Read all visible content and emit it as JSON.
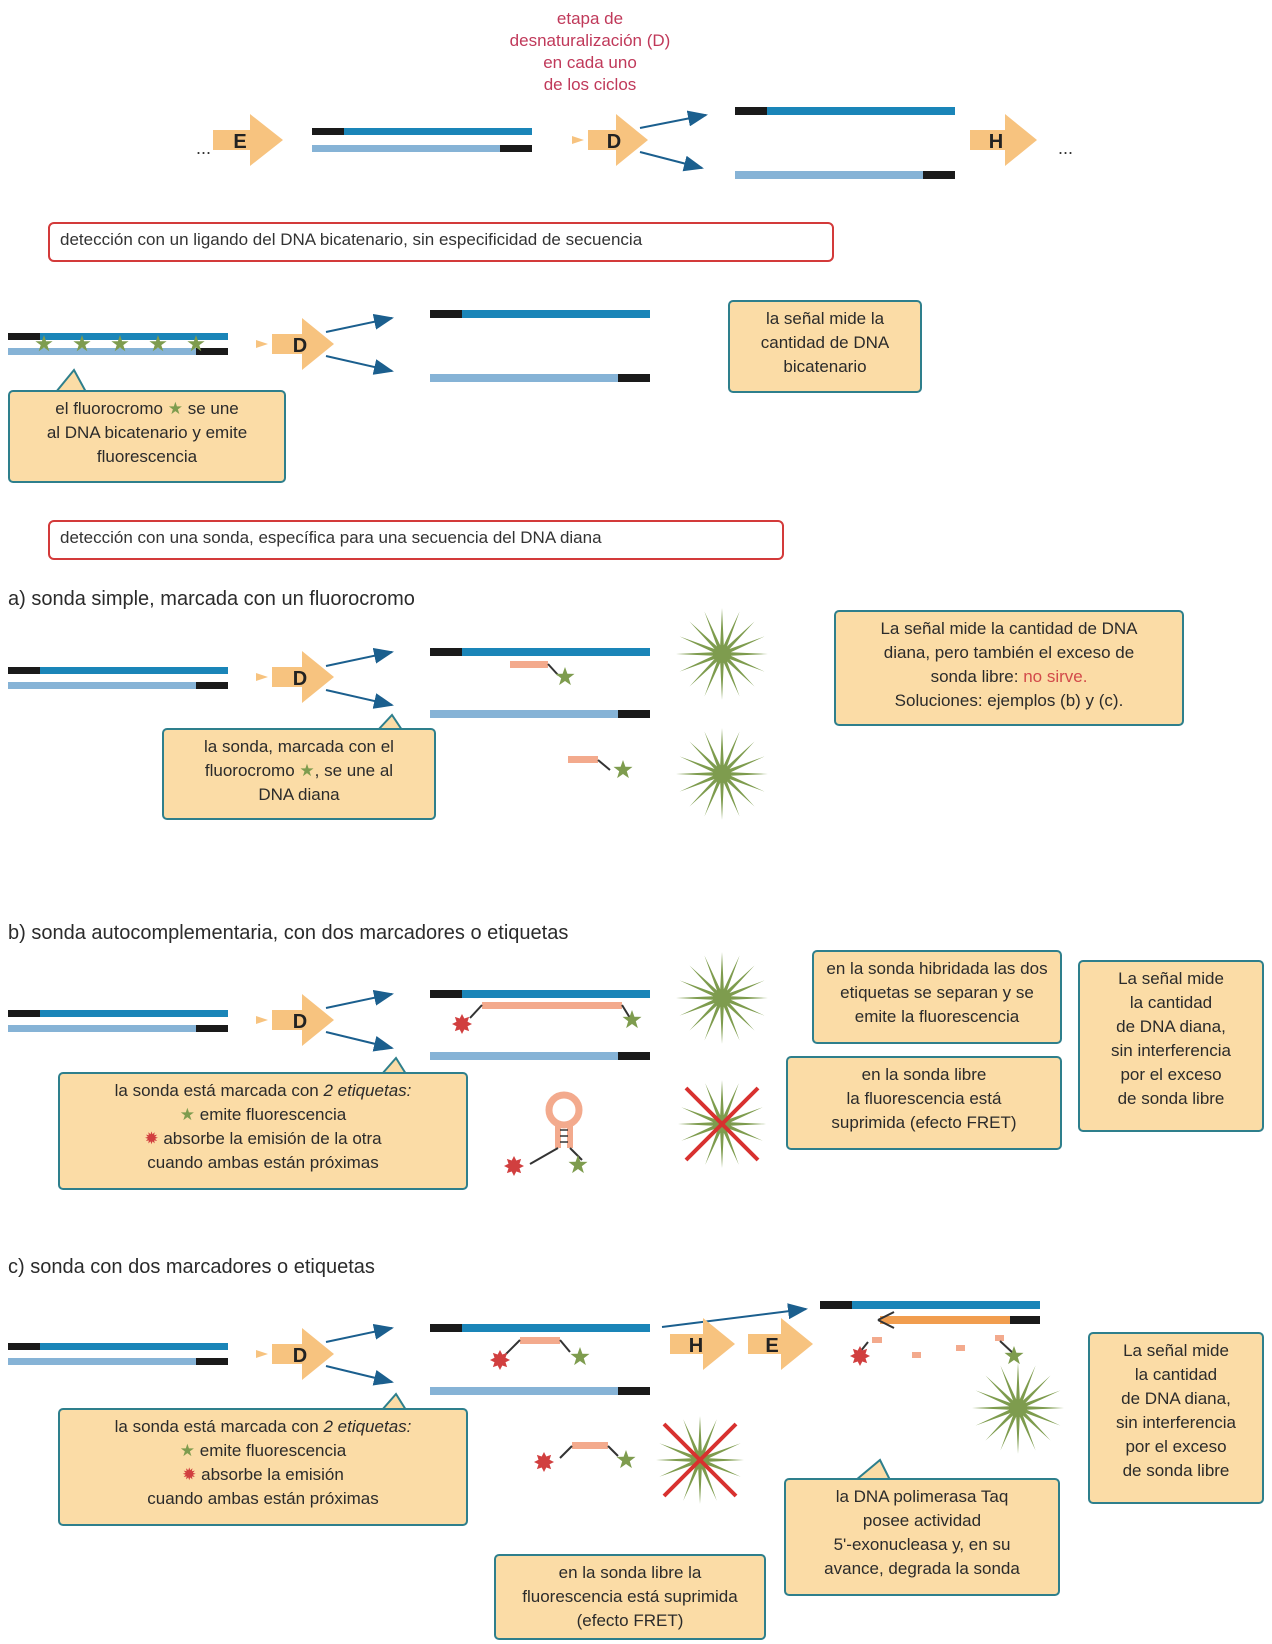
{
  "top": {
    "denaturation_label": [
      "etapa de",
      "desnaturalización (D)",
      "en cada uno",
      "de los ciclos"
    ],
    "ellipsis_left": "...",
    "ellipsis_right": "...",
    "arrow_E": "E",
    "arrow_D": "D",
    "arrow_H": "H"
  },
  "section1": {
    "heading": "detección con un ligando del DNA bicatenario, sin especificidad de secuencia",
    "arrow_D": "D",
    "callout": {
      "part1": "el fluorocromo",
      "part2": "se une",
      "line2": "al DNA bicatenario y emite",
      "line3": "fluorescencia"
    },
    "note": [
      "la señal mide la",
      "cantidad de DNA",
      "bicatenario"
    ]
  },
  "section2": {
    "heading": "detección con una sonda, específica para una secuencia del DNA diana"
  },
  "part_a": {
    "title": "a) sonda simple, marcada con un fluorocromo",
    "arrow_D": "D",
    "callout": {
      "line1": "la sonda, marcada con el",
      "part2a": "fluorocromo",
      "part2b": ", se une al",
      "line3": "DNA diana"
    },
    "note": {
      "line1": "La señal mide la cantidad de DNA",
      "line2": "diana, pero también el exceso de",
      "line3a": "sonda libre: ",
      "line3b": "no sirve.",
      "line4": "Soluciones: ejemplos (b) y (c)."
    }
  },
  "part_b": {
    "title": "b) sonda autocomplementaria, con dos marcadores o etiquetas",
    "arrow_D": "D",
    "callout": {
      "line1a": "la sonda está marcada con ",
      "line1b": "2 etiquetas:",
      "line2": "emite fluorescencia",
      "line3": "absorbe la emisión de la otra",
      "line4": "cuando ambas están próximas"
    },
    "note_hybrid": [
      "en la sonda hibridada las dos",
      "etiquetas se separan y se",
      "emite la fluorescencia"
    ],
    "note_free": [
      "en la sonda libre",
      "la fluorescencia está",
      "suprimida (efecto FRET)"
    ],
    "note_signal": [
      "La señal mide",
      "la cantidad",
      "de DNA diana,",
      "sin interferencia",
      "por el exceso",
      "de sonda libre"
    ]
  },
  "part_c": {
    "title": "c) sonda con dos marcadores o etiquetas",
    "arrow_D": "D",
    "arrow_H": "H",
    "arrow_E": "E",
    "callout": {
      "line1a": "la sonda está marcada con ",
      "line1b": "2 etiquetas:",
      "line2": "emite fluorescencia",
      "line3": "absorbe la emisión",
      "line4": "cuando ambas están próximas"
    },
    "note_taq": [
      "la DNA polimerasa Taq",
      "posee actividad",
      "5'-exonucleasa y, en su",
      "avance, degrada la sonda"
    ],
    "note_free": [
      "en la sonda libre la",
      "fluorescencia está suprimida",
      "(efecto FRET)"
    ],
    "note_signal": [
      "La señal mide",
      "la cantidad",
      "de DNA diana,",
      "sin interferencia",
      "por el exceso",
      "de sonda libre"
    ]
  },
  "colors": {
    "strand_dark": "#1a85b8",
    "strand_light": "#86b3d6",
    "end_black": "#1a1a1a",
    "arrow_fill": "#f7c37f",
    "probe_pink": "#f3aa8d",
    "star_green": "#7e9c4e",
    "quencher_red": "#d13f3f",
    "cross_red": "#d8312f",
    "box_fill": "#fbdca6",
    "box_border": "#2e7f8c",
    "heading_border": "#d33a3a",
    "red_text": "#c0395a"
  }
}
